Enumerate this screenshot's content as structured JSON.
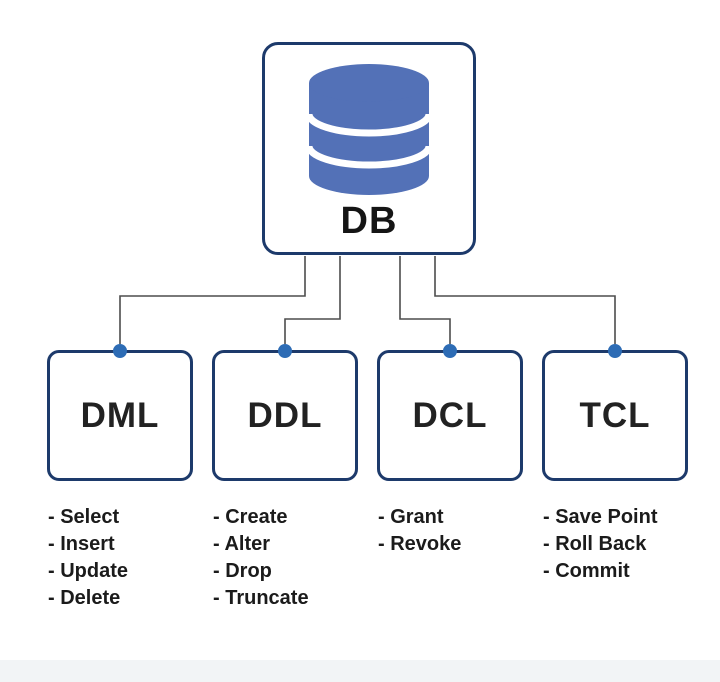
{
  "colors": {
    "border": "#1d3a6b",
    "icon": "#5371b7",
    "dot": "#2d6cb5",
    "line": "#4d4d4d",
    "text": "#1b1b1b"
  },
  "root": {
    "label": "DB",
    "icon": "database-icon"
  },
  "nodes": [
    {
      "label": "DML",
      "items": [
        "Select",
        "Insert",
        "Update",
        "Delete"
      ]
    },
    {
      "label": "DDL",
      "items": [
        "Create",
        "Alter",
        "Drop",
        "Truncate"
      ]
    },
    {
      "label": "DCL",
      "items": [
        "Grant",
        "Revoke"
      ]
    },
    {
      "label": "TCL",
      "items": [
        "Save Point",
        "Roll Back",
        "Commit"
      ]
    }
  ]
}
